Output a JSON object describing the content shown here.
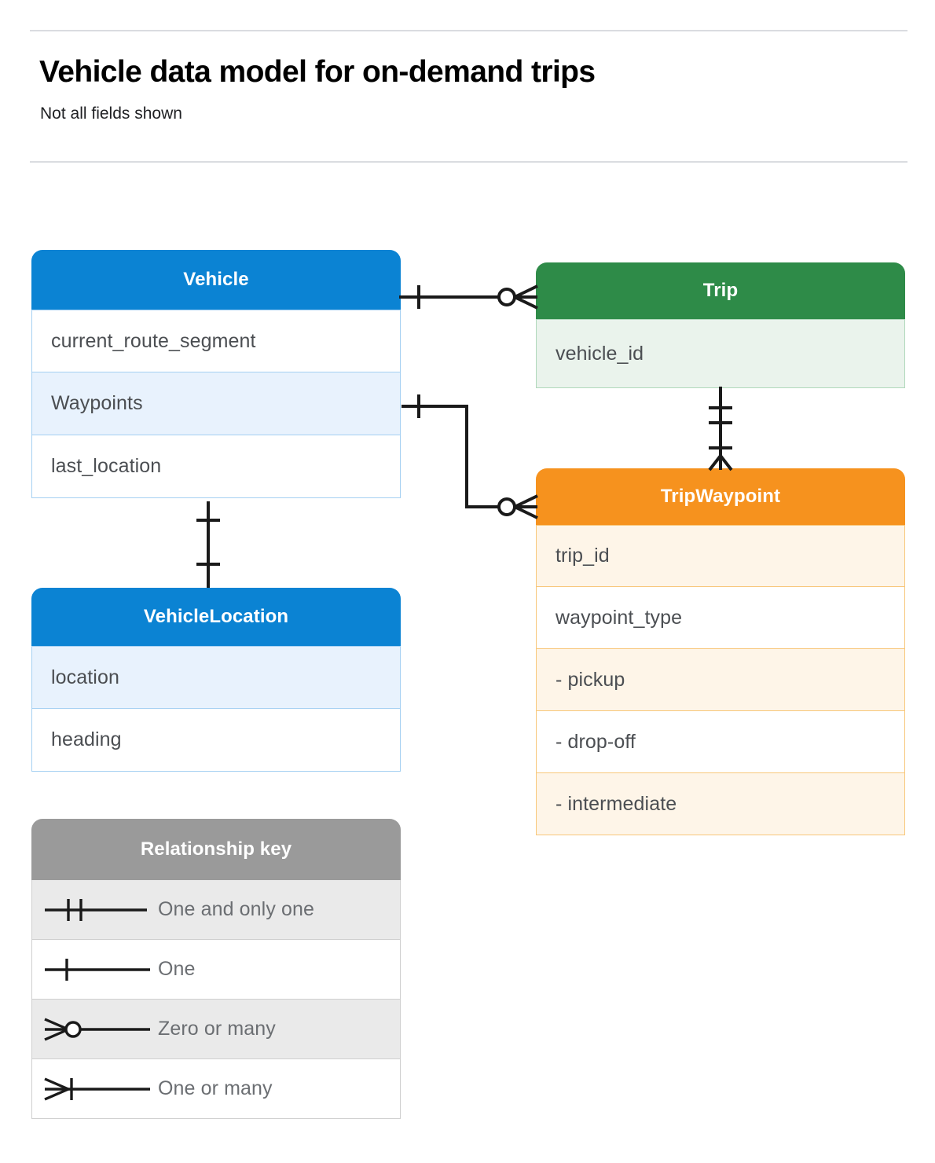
{
  "header": {
    "title": "Vehicle data model for on-demand trips",
    "subtitle": "Not all fields shown"
  },
  "entities": [
    {
      "id": "vehicle",
      "name": "Vehicle",
      "color": "#0b83d3",
      "fields": [
        "current_route_segment",
        "Waypoints",
        "last_location"
      ]
    },
    {
      "id": "trip",
      "name": "Trip",
      "color": "#2e8b48",
      "fields": [
        "vehicle_id"
      ]
    },
    {
      "id": "tripwaypoint",
      "name": "TripWaypoint",
      "color": "#f6921e",
      "fields": [
        "trip_id",
        "waypoint_type",
        "-  pickup",
        "-  drop-off",
        "-  intermediate"
      ]
    },
    {
      "id": "vehiclelocation",
      "name": "VehicleLocation",
      "color": "#0b83d3",
      "fields": [
        "location",
        "heading"
      ]
    }
  ],
  "legend": {
    "title": "Relationship key",
    "color": "#9a9a9a",
    "rows": [
      {
        "symbol": "one-and-only-one",
        "label": "One and only one"
      },
      {
        "symbol": "one",
        "label": "One"
      },
      {
        "symbol": "zero-or-many",
        "label": "Zero or many"
      },
      {
        "symbol": "one-or-many",
        "label": "One or many"
      }
    ]
  },
  "relationships": [
    {
      "from": "Vehicle",
      "to": "Trip",
      "from_cardinality": "One",
      "to_cardinality": "Zero or many"
    },
    {
      "from": "Vehicle.Waypoints",
      "to": "TripWaypoint",
      "from_cardinality": "One",
      "to_cardinality": "Zero or many"
    },
    {
      "from": "Trip",
      "to": "TripWaypoint",
      "from_cardinality": "One and only one",
      "to_cardinality": "One or many"
    },
    {
      "from": "Vehicle",
      "to": "VehicleLocation",
      "from_cardinality": "One",
      "to_cardinality": "One"
    }
  ]
}
